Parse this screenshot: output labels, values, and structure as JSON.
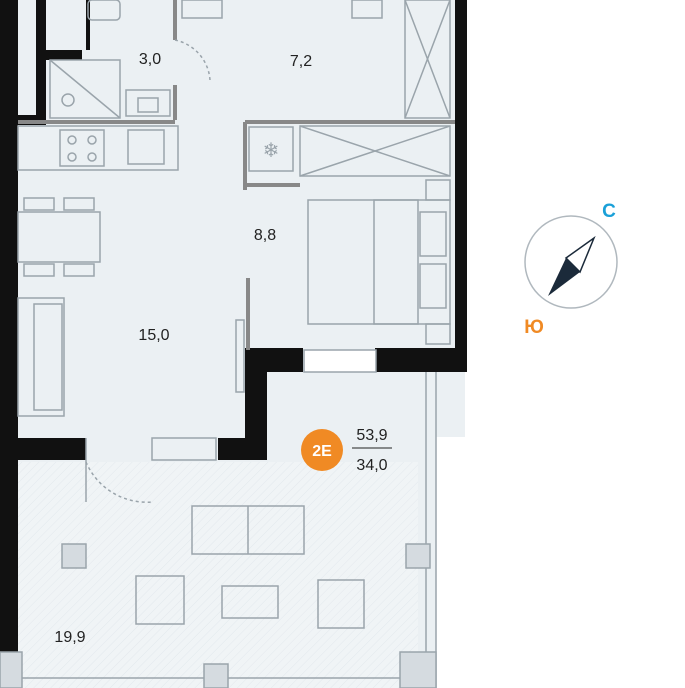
{
  "plan": {
    "rooms": [
      {
        "id": "bathroom",
        "area": "3,0"
      },
      {
        "id": "bathroom2",
        "area": "7,2"
      },
      {
        "id": "bedroom",
        "area": "8,8"
      },
      {
        "id": "living",
        "area": "15,0"
      },
      {
        "id": "terrace",
        "area": "19,9"
      }
    ],
    "unit": {
      "code": "2E",
      "total_area": "53,9",
      "living_area": "34,0"
    },
    "compass": {
      "north": "С",
      "south": "Ю"
    },
    "colors": {
      "wall": "#111111",
      "floor": "#ebf0f3",
      "badge": "#f08a24",
      "north": "#1aa0d8",
      "south": "#f08a24",
      "needle": "#1b2a3a"
    }
  }
}
